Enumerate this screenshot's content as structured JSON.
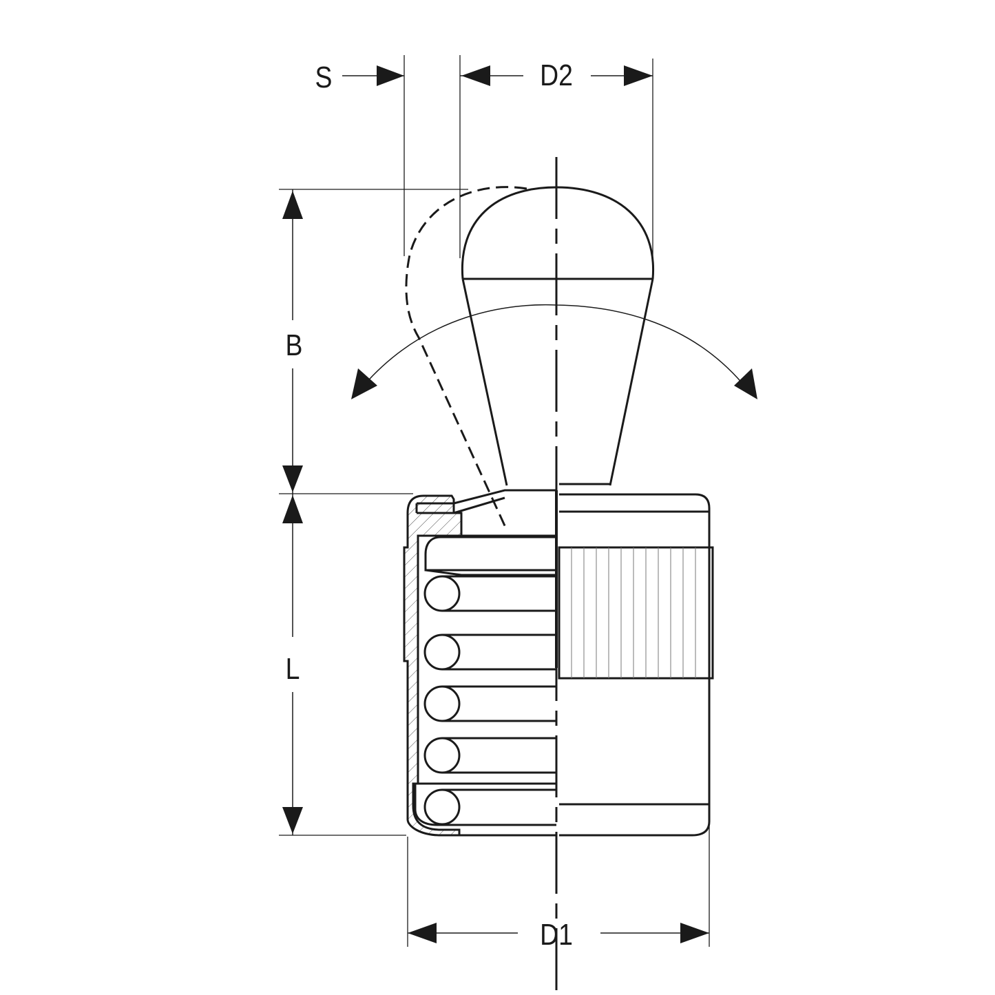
{
  "drawing": {
    "labels": {
      "s": "S",
      "d2": "D2",
      "b": "B",
      "l": "L",
      "d1": "D1"
    },
    "line_color": "#1a1a1a"
  }
}
